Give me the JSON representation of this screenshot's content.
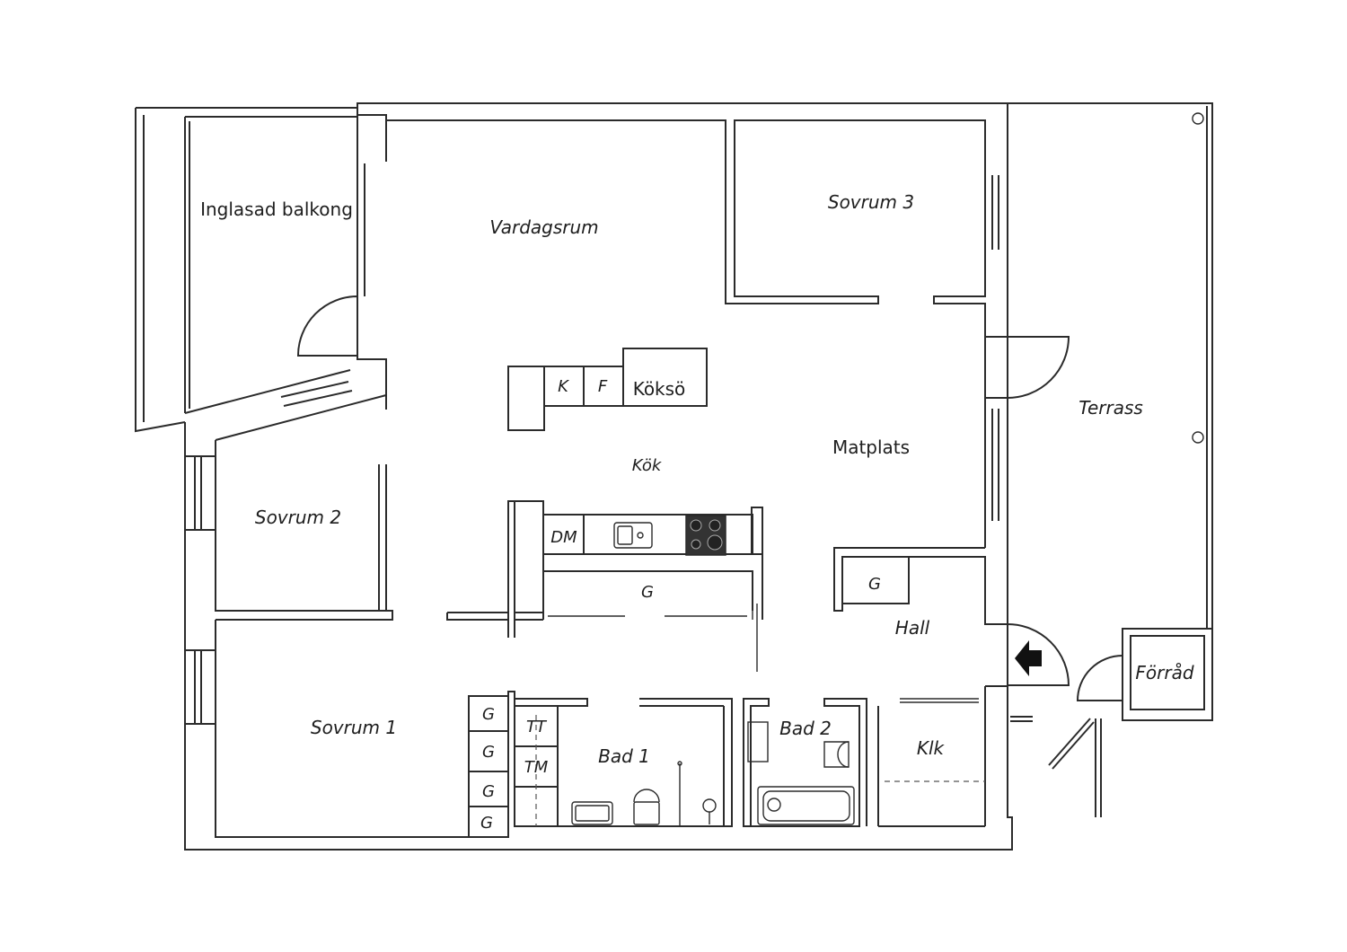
{
  "rooms": {
    "inglasad_balkong": "Inglasad balkong",
    "vardagsrum": "Vardagsrum",
    "sovrum3": "Sovrum 3",
    "terrass": "Terrass",
    "koksoe": "Köksö",
    "kok": "Kök",
    "matplats": "Matplats",
    "sovrum2": "Sovrum 2",
    "hall": "Hall",
    "forrad": "Förråd",
    "sovrum1": "Sovrum 1",
    "bad1": "Bad 1",
    "bad2": "Bad 2",
    "klk": "Klk"
  },
  "fixtures": {
    "k": "K",
    "f": "F",
    "dm": "DM",
    "g": "G",
    "tt": "TT",
    "tm": "TM"
  },
  "icons": {
    "entrance": "entrance-arrow-icon",
    "sink": "sink-icon",
    "stove": "stove-icon",
    "toilet": "toilet-icon",
    "shower": "shower-icon",
    "bathtub": "bathtub-icon"
  }
}
